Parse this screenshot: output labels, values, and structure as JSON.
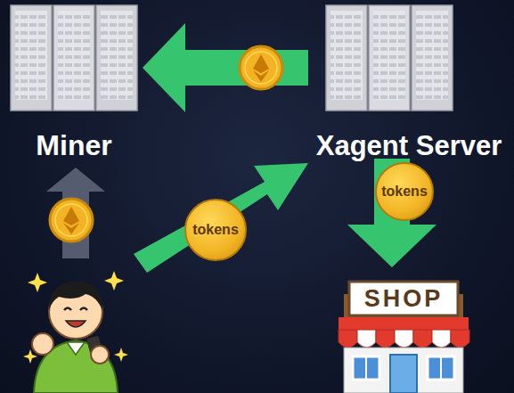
{
  "diagram": {
    "nodes": [
      {
        "text": [
          "Miner"
        ]
      },
      {
        "text": [
          "Xagent Server"
        ]
      },
      {
        "text": [
          "SHOP"
        ]
      }
    ],
    "edges": [
      {
        "from": 1,
        "to": 0,
        "arrow": "to"
      },
      {
        "from": 1,
        "to": 2,
        "label": "tokens",
        "arrow": "to"
      }
    ],
    "labels": [
      "tokens"
    ]
  }
}
